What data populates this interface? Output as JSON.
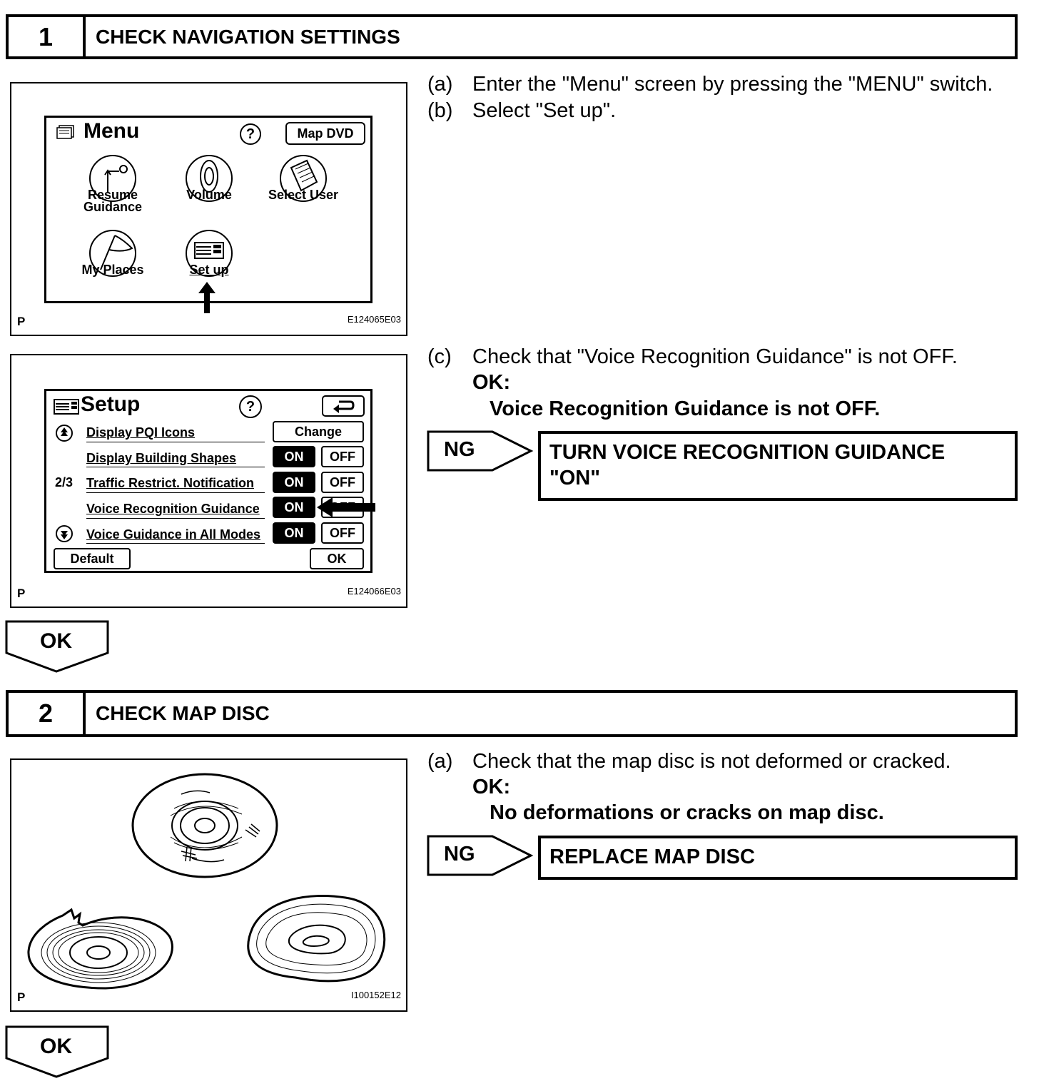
{
  "step1": {
    "number": "1",
    "title": "CHECK NAVIGATION SETTINGS",
    "figure1": {
      "screen_title": "Menu",
      "help": "?",
      "map_dvd_button": "Map DVD",
      "items": [
        "Resume\nGuidance",
        "Volume",
        "Select User",
        "My Places",
        "Set up"
      ],
      "p_label": "P",
      "code": "E124065E03"
    },
    "instructions_a": "Enter the \"Menu\" screen by pressing the \"MENU\" switch.",
    "label_a": "(a)",
    "instructions_b": "Select \"Set up\".",
    "label_b": "(b)",
    "figure2": {
      "screen_title": "Setup",
      "help": "?",
      "rows": [
        {
          "label": "Display PQI Icons",
          "button": "Change"
        },
        {
          "label": "Display Building Shapes",
          "on": "ON",
          "off": "OFF"
        },
        {
          "label": "Traffic Restrict. Notification",
          "on": "ON",
          "off": "OFF"
        },
        {
          "label": "Voice Recognition Guidance",
          "on": "ON",
          "off": "OFF"
        },
        {
          "label": "Voice Guidance in All Modes",
          "on": "ON",
          "off": "OFF"
        }
      ],
      "page_indicator": "2/3",
      "default_button": "Default",
      "ok_button": "OK",
      "p_label": "P",
      "code": "E124066E03"
    },
    "label_c": "(c)",
    "instructions_c": "Check that \"Voice Recognition Guidance\" is not OFF.",
    "ok_heading": "OK:",
    "ok_condition": "Voice Recognition Guidance is not OFF.",
    "ng_label": "NG",
    "ng_result_line1": "TURN VOICE RECOGNITION GUIDANCE",
    "ng_result_line2": "\"ON\"",
    "ok_arrow": "OK"
  },
  "step2": {
    "number": "2",
    "title": "CHECK MAP DISC",
    "figure": {
      "p_label": "P",
      "code": "I100152E12"
    },
    "label_a": "(a)",
    "instructions_a": "Check that the map disc is not deformed or cracked.",
    "ok_heading": "OK:",
    "ok_condition": "No deformations or cracks on map disc.",
    "ng_label": "NG",
    "ng_result": "REPLACE MAP DISC",
    "ok_arrow": "OK"
  }
}
